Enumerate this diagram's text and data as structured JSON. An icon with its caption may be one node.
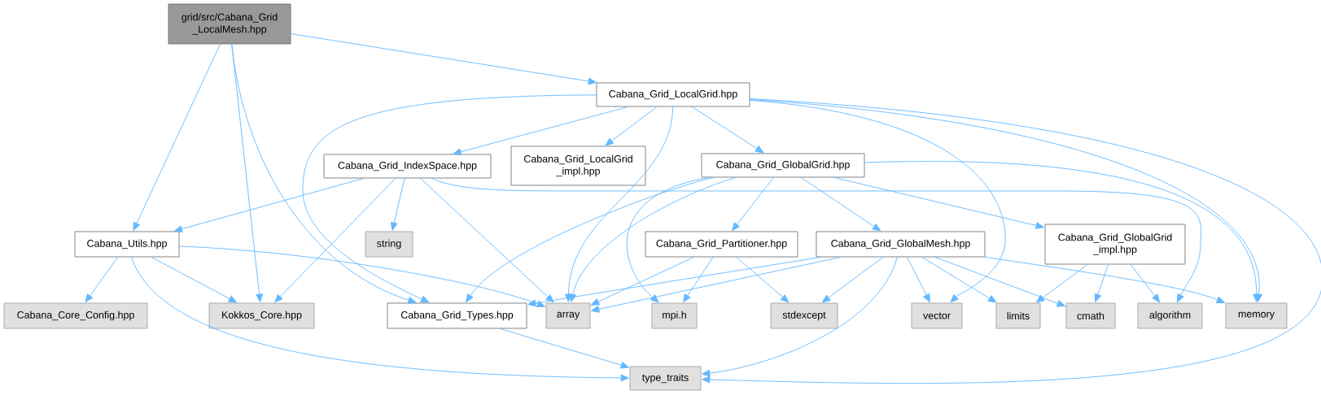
{
  "diagram": {
    "nodes": [
      {
        "text": [
          "grid/src/Cabana_Grid _LocalMesh.hpp"
        ]
      },
      {
        "text": [
          "Cabana_Grid_LocalGrid.hpp"
        ]
      },
      {
        "text": [
          "Cabana_Grid_IndexSpace.hpp"
        ]
      },
      {
        "text": [
          "Cabana_Grid_LocalGrid _impl.hpp"
        ]
      },
      {
        "text": [
          "Cabana_Grid_GlobalGrid.hpp"
        ]
      },
      {
        "text": [
          "Cabana_Utils.hpp"
        ]
      },
      {
        "text": [
          "string"
        ]
      },
      {
        "text": [
          "Cabana_Grid_Partitioner.hpp"
        ]
      },
      {
        "text": [
          "Cabana_Grid_GlobalMesh.hpp"
        ]
      },
      {
        "text": [
          "Cabana_Grid_GlobalGrid _impl.hpp"
        ]
      },
      {
        "text": [
          "Cabana_Core_Config.hpp"
        ]
      },
      {
        "text": [
          "Kokkos_Core.hpp"
        ]
      },
      {
        "text": [
          "Cabana_Grid_Types.hpp"
        ]
      },
      {
        "text": [
          "array"
        ]
      },
      {
        "text": [
          "mpi.h"
        ]
      },
      {
        "text": [
          "stdexcept"
        ]
      },
      {
        "text": [
          "vector"
        ]
      },
      {
        "text": [
          "limits"
        ]
      },
      {
        "text": [
          "cmath"
        ]
      },
      {
        "text": [
          "algorithm"
        ]
      },
      {
        "text": [
          "memory"
        ]
      },
      {
        "text": [
          "type_traits"
        ]
      }
    ],
    "edges": [
      {
        "from": 0,
        "to": 1,
        "arrow": "to"
      },
      {
        "from": 0,
        "to": 5,
        "arrow": "to"
      },
      {
        "from": 0,
        "to": 11,
        "arrow": "to"
      },
      {
        "from": 0,
        "to": 12,
        "arrow": "to"
      },
      {
        "from": 1,
        "to": 2,
        "arrow": "to"
      },
      {
        "from": 1,
        "to": 3,
        "arrow": "to"
      },
      {
        "from": 1,
        "to": 4,
        "arrow": "to"
      },
      {
        "from": 1,
        "to": 12,
        "arrow": "to"
      },
      {
        "from": 1,
        "to": 13,
        "arrow": "to"
      },
      {
        "from": 1,
        "to": 16,
        "arrow": "to"
      },
      {
        "from": 1,
        "to": 20,
        "arrow": "to"
      },
      {
        "from": 1,
        "to": 21,
        "arrow": "to"
      },
      {
        "from": 2,
        "to": 5,
        "arrow": "to"
      },
      {
        "from": 2,
        "to": 11,
        "arrow": "to"
      },
      {
        "from": 2,
        "to": 6,
        "arrow": "to"
      },
      {
        "from": 2,
        "to": 13,
        "arrow": "to"
      },
      {
        "from": 2,
        "to": 19,
        "arrow": "to"
      },
      {
        "from": 4,
        "to": 12,
        "arrow": "to"
      },
      {
        "from": 4,
        "to": 13,
        "arrow": "to"
      },
      {
        "from": 4,
        "to": 14,
        "arrow": "to"
      },
      {
        "from": 4,
        "to": 7,
        "arrow": "to"
      },
      {
        "from": 4,
        "to": 8,
        "arrow": "to"
      },
      {
        "from": 4,
        "to": 9,
        "arrow": "to"
      },
      {
        "from": 4,
        "to": 20,
        "arrow": "to"
      },
      {
        "from": 5,
        "to": 10,
        "arrow": "to"
      },
      {
        "from": 5,
        "to": 11,
        "arrow": "to"
      },
      {
        "from": 5,
        "to": 13,
        "arrow": "to"
      },
      {
        "from": 5,
        "to": 21,
        "arrow": "to"
      },
      {
        "from": 7,
        "to": 13,
        "arrow": "to"
      },
      {
        "from": 7,
        "to": 14,
        "arrow": "to"
      },
      {
        "from": 7,
        "to": 15,
        "arrow": "to"
      },
      {
        "from": 8,
        "to": 12,
        "arrow": "to"
      },
      {
        "from": 8,
        "to": 13,
        "arrow": "to"
      },
      {
        "from": 8,
        "to": 15,
        "arrow": "to"
      },
      {
        "from": 8,
        "to": 16,
        "arrow": "to"
      },
      {
        "from": 8,
        "to": 17,
        "arrow": "to"
      },
      {
        "from": 8,
        "to": 18,
        "arrow": "to"
      },
      {
        "from": 8,
        "to": 20,
        "arrow": "to"
      },
      {
        "from": 8,
        "to": 21,
        "arrow": "to"
      },
      {
        "from": 9,
        "to": 17,
        "arrow": "to"
      },
      {
        "from": 9,
        "to": 18,
        "arrow": "to"
      },
      {
        "from": 9,
        "to": 19,
        "arrow": "to"
      },
      {
        "from": 12,
        "to": 21,
        "arrow": "to"
      }
    ]
  }
}
